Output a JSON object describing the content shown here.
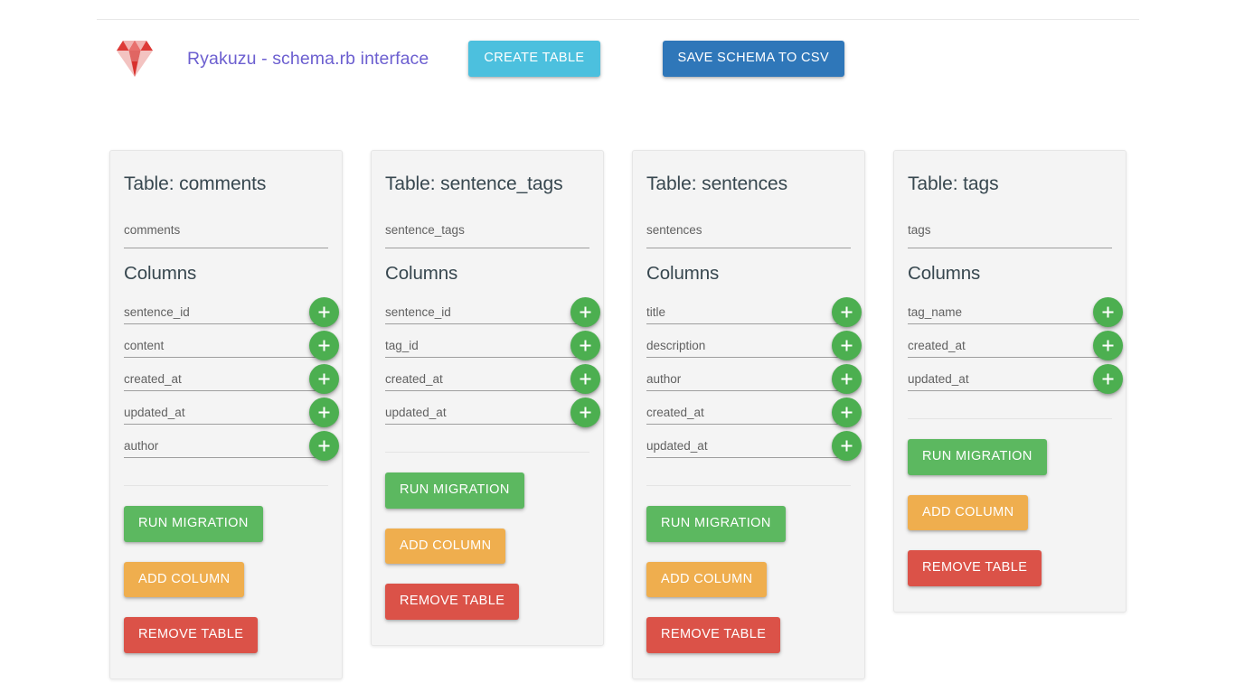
{
  "header": {
    "logo_icon": "ruby-gem-icon",
    "title": "Ryakuzu - schema.rb interface",
    "title_color": "#6c5fd0",
    "create_table_label": "Create Table",
    "save_schema_label": "Save Schema to CSV",
    "create_table_color": "#4cc0de",
    "save_schema_color": "#2f77b9"
  },
  "labels": {
    "columns_heading": "Columns",
    "run_migration": "Run Migration",
    "add_column": "Add Column",
    "remove_table": "Remove Table",
    "add_icon": "plus-icon",
    "table_prefix": "Table: "
  },
  "colors": {
    "run_migration": "#5cb860",
    "add_column": "#efae4e",
    "remove_table": "#db5248",
    "add_column_fab": "#4caf50",
    "card_background": "#f4f4f4",
    "page_background": "#ffffff"
  },
  "cards": [
    {
      "title": "Table: comments",
      "table_name": "comments",
      "columns": [
        "sentence_id",
        "content",
        "created_at",
        "updated_at",
        "author"
      ]
    },
    {
      "title": "Table: sentence_tags",
      "table_name": "sentence_tags",
      "columns": [
        "sentence_id",
        "tag_id",
        "created_at",
        "updated_at"
      ]
    },
    {
      "title": "Table: sentences",
      "table_name": "sentences",
      "columns": [
        "title",
        "description",
        "author",
        "created_at",
        "updated_at"
      ]
    },
    {
      "title": "Table: tags",
      "table_name": "tags",
      "columns": [
        "tag_name",
        "created_at",
        "updated_at"
      ]
    }
  ]
}
